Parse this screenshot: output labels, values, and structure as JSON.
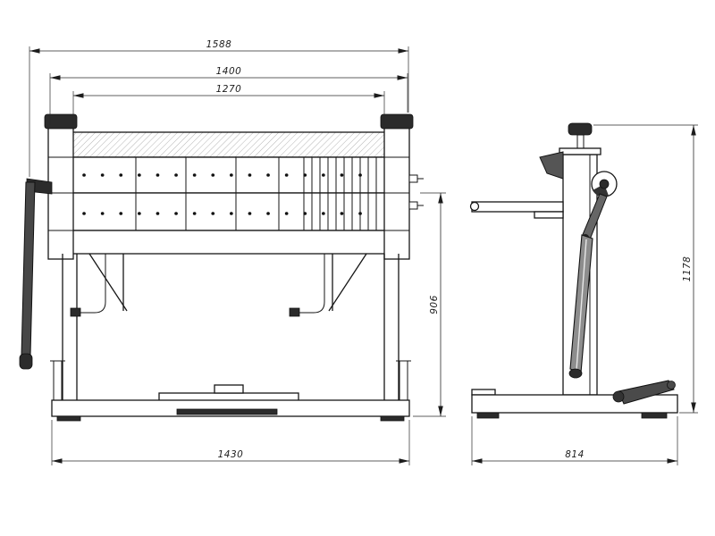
{
  "drawing": {
    "title": "sheet-metal-folding-machine-two-view-drawing",
    "colors": {
      "line": "#161616",
      "background": "#ffffff"
    }
  },
  "dimensions": {
    "overall_width": "1588",
    "beam_width": "1400",
    "working_width": "1270",
    "table_height": "906",
    "base_width_front": "1430",
    "overall_height": "1178",
    "base_depth_side": "814"
  }
}
